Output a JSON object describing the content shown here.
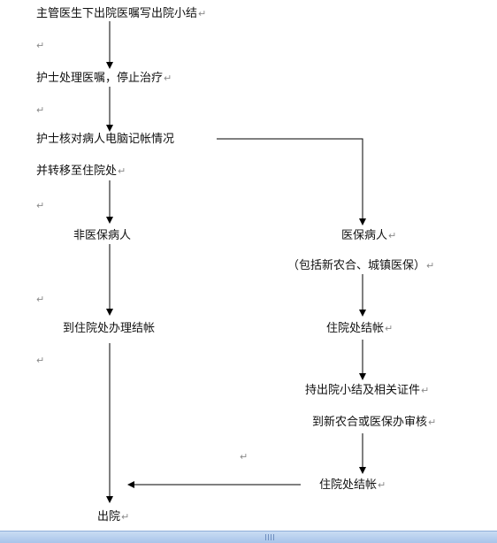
{
  "paragraph_mark": "↵",
  "nodes": {
    "doctor_order": "主管医生下出院医嘱写出院小结",
    "nurse_process": "护士处理医嘱，停止治疗",
    "nurse_check_line1": "护士核对病人电脑记帐情况",
    "nurse_check_line2": "并转移至住院处",
    "non_insured": "非医保病人",
    "insured": "医保病人",
    "insured_note": "（包括新农合、城镇医保）",
    "non_insured_settle": "到住院处办理结帐",
    "insured_settle": "住院处结帐",
    "bring_docs": "持出院小结及相关证件",
    "audit": "到新农合或医保办审核",
    "final_settle": "住院处结帐",
    "discharge": "出院"
  },
  "colors": {
    "line": "#000000",
    "paragraph_mark": "#8a8a8a",
    "statusbar": "#b8d0ee"
  }
}
